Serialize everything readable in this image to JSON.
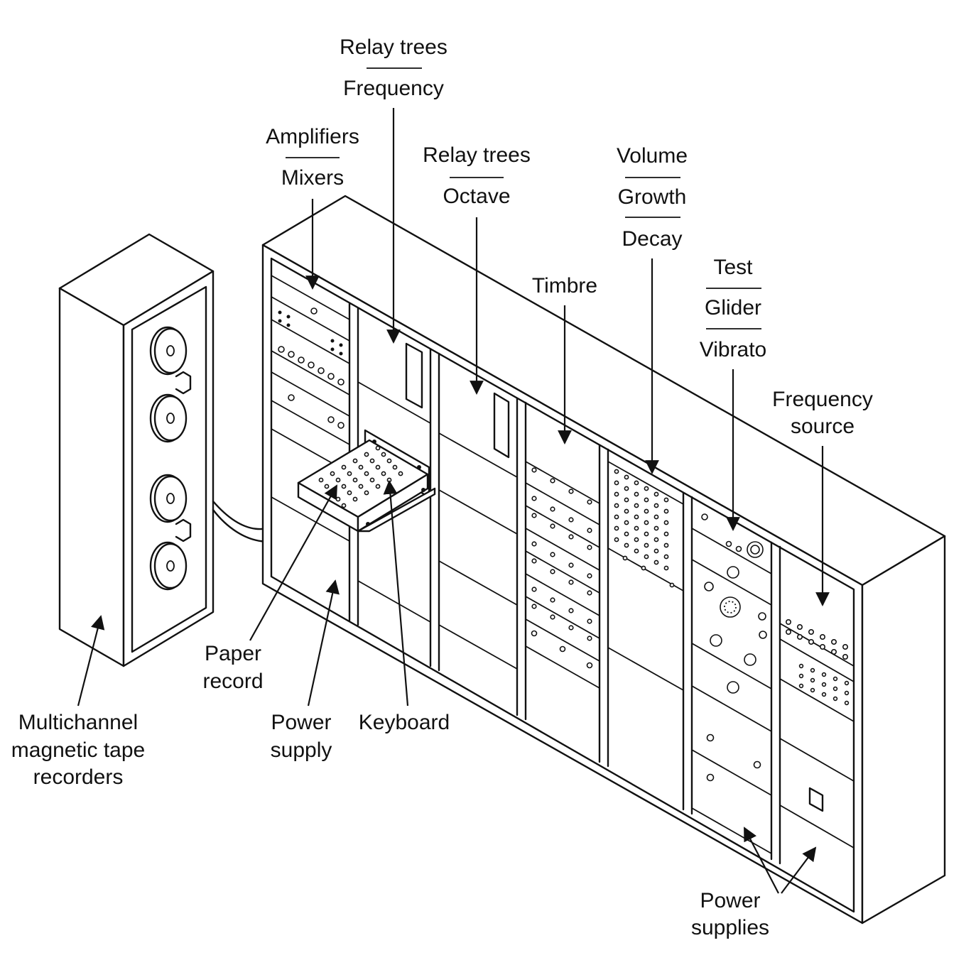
{
  "labels": {
    "relay_trees_frequency": {
      "top": "Relay trees",
      "bottom": "Frequency"
    },
    "amplifiers_mixers": {
      "top": "Amplifiers",
      "bottom": "Mixers"
    },
    "relay_trees_octave": {
      "top": "Relay trees",
      "bottom": "Octave"
    },
    "volume_growth_decay": {
      "line1": "Volume",
      "line2": "Growth",
      "line3": "Decay"
    },
    "timbre": "Timbre",
    "test_glider_vibrato": {
      "line1": "Test",
      "line2": "Glider",
      "line3": "Vibrato"
    },
    "frequency_source": {
      "line1": "Frequency",
      "line2": "source"
    },
    "paper_record": {
      "line1": "Paper",
      "line2": "record"
    },
    "power_supply": {
      "line1": "Power",
      "line2": "supply"
    },
    "keyboard": "Keyboard",
    "tape_recorders": {
      "line1": "Multichannel",
      "line2": "magnetic tape",
      "line3": "recorders"
    },
    "power_supplies": {
      "line1": "Power",
      "line2": "supplies"
    }
  }
}
